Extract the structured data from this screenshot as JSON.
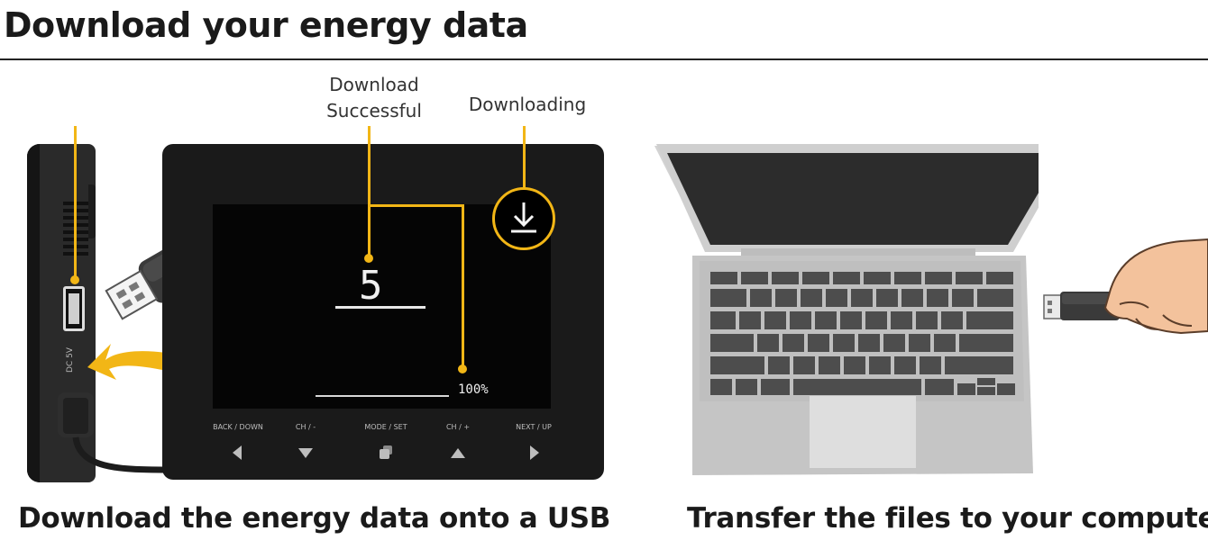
{
  "page": {
    "title": "Download your energy data"
  },
  "callouts": {
    "download_successful_line1": "Download",
    "download_successful_line2": "Successful",
    "downloading": "Downloading"
  },
  "device": {
    "side_label": "DC 5V",
    "screen_digit": "5",
    "progress_percent_text": "100%",
    "progress_fraction": 1.0,
    "buttons": [
      {
        "label": "BACK / DOWN",
        "icon": "back-triangle-icon"
      },
      {
        "label": "CH / -",
        "icon": "down-triangle-icon"
      },
      {
        "label": "MODE / SET",
        "icon": "mode-squares-icon"
      },
      {
        "label": "CH / +",
        "icon": "up-triangle-icon"
      },
      {
        "label": "NEXT / UP",
        "icon": "next-triangle-icon"
      }
    ]
  },
  "captions": {
    "left": "Download the energy data onto a USB",
    "right": "Transfer the files to your computer"
  },
  "colors": {
    "accent": "#f2b616",
    "device": "#1a1a1a",
    "laptop": "#c4c4c4"
  }
}
